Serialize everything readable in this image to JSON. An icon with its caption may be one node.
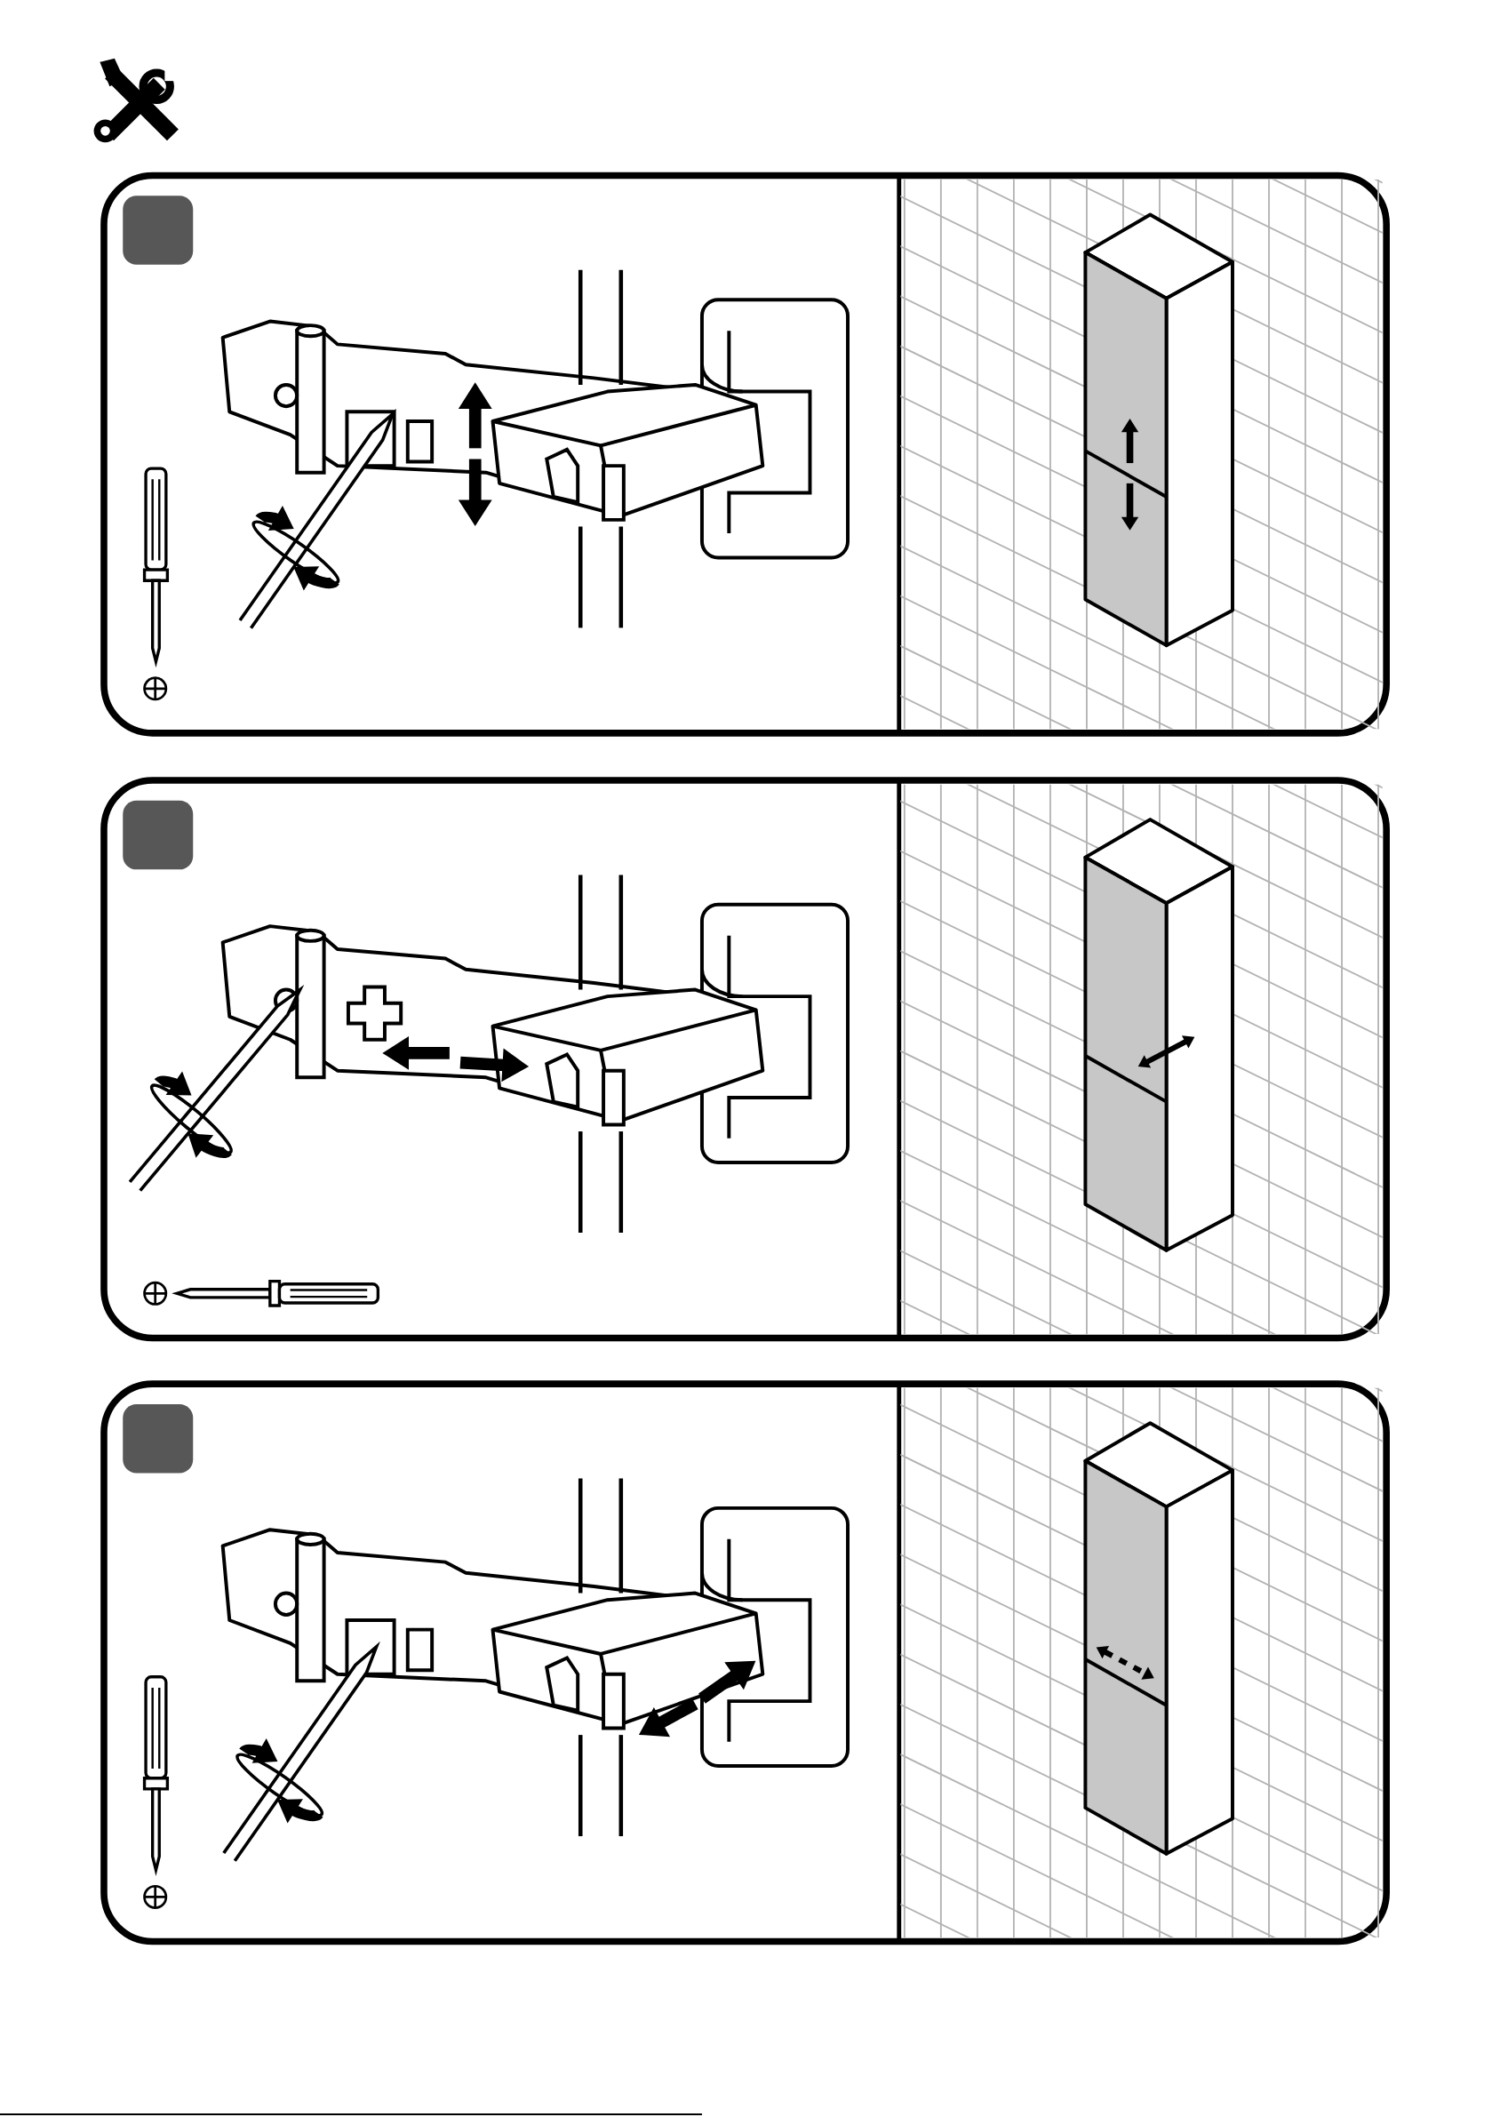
{
  "diagram": {
    "nodes": [
      {
        "text": [],
        "shape": "box"
      },
      {
        "text": [],
        "shape": "box"
      },
      {
        "text": [],
        "shape": "box"
      }
    ]
  }
}
